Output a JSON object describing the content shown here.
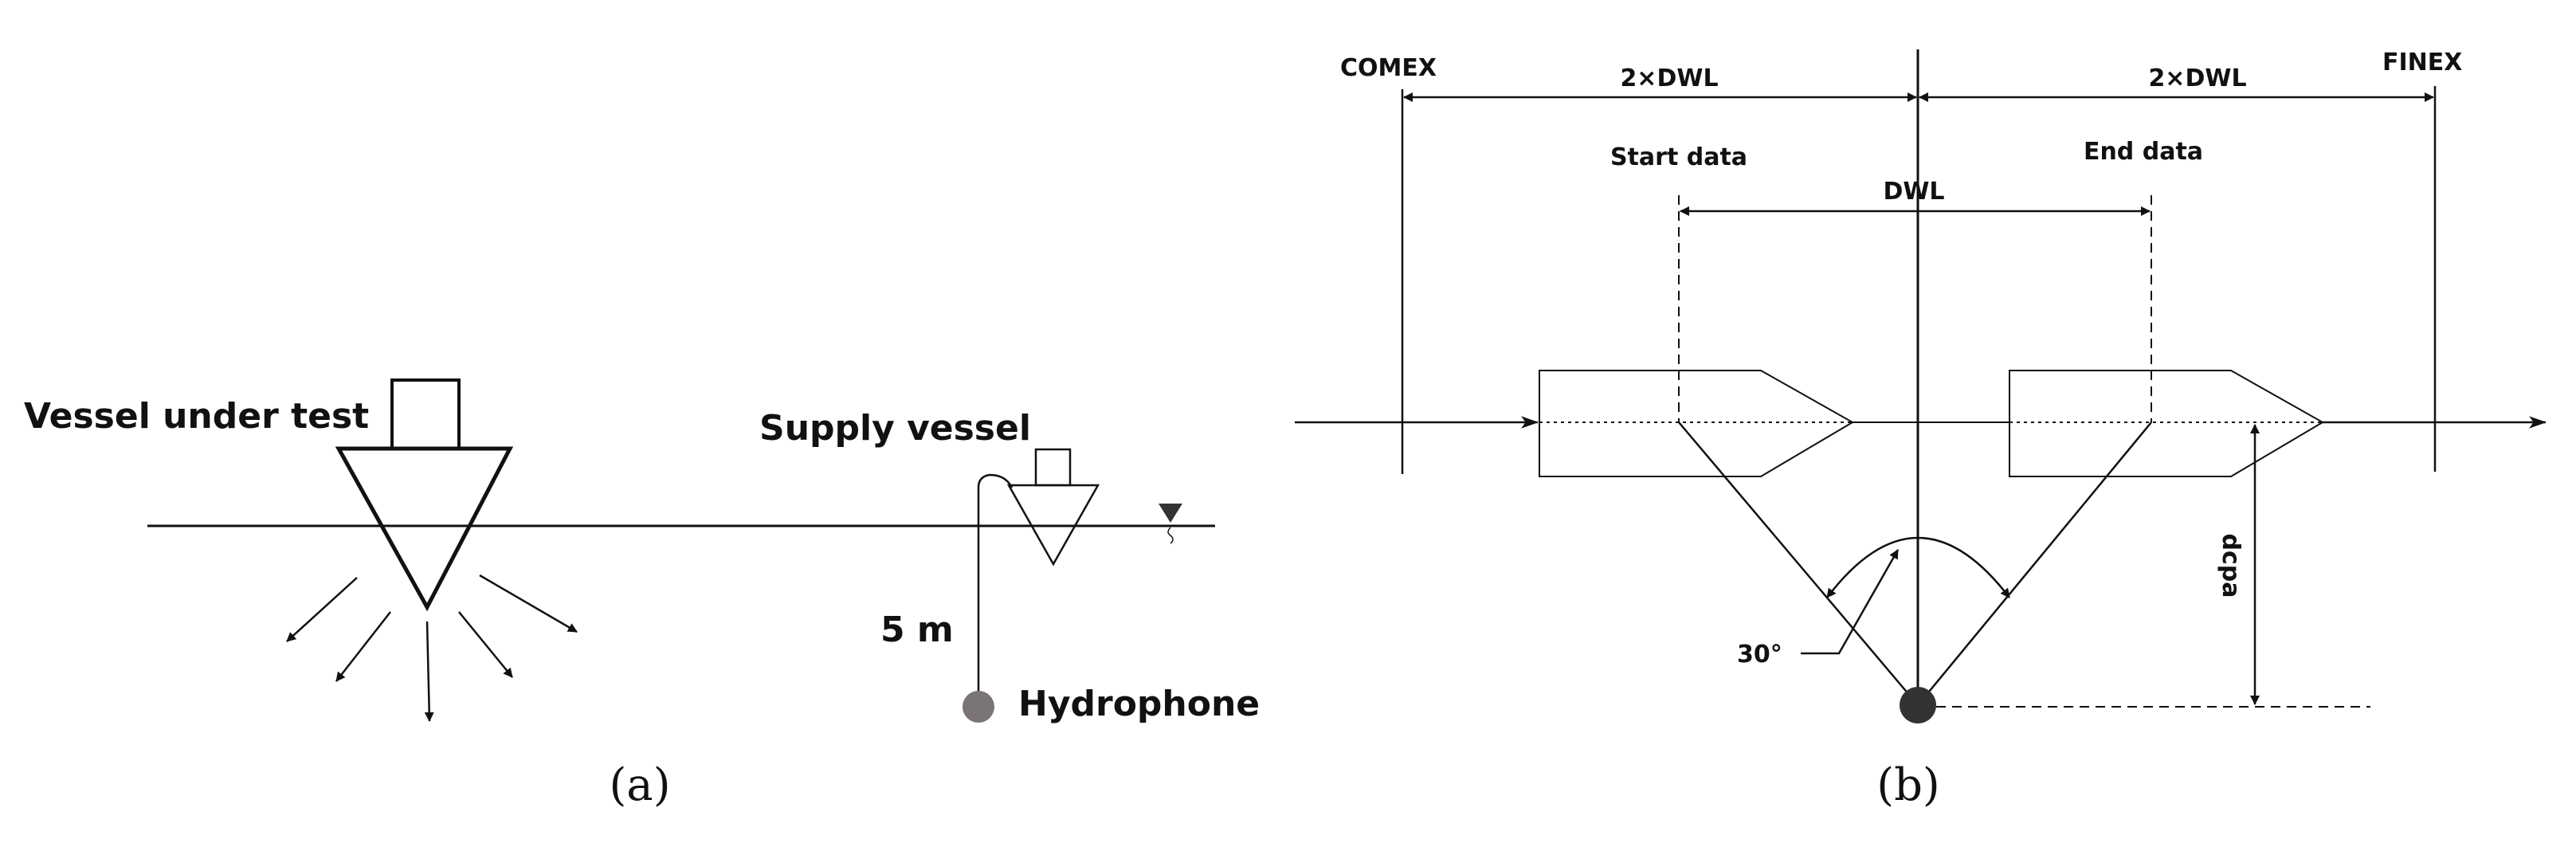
{
  "panel_a": {
    "vessel_under_test_label": "Vessel under test",
    "supply_vessel_label": "Supply vessel",
    "depth_label": "5 m",
    "hydrophone_label": "Hydrophone",
    "caption": "(a)"
  },
  "panel_b": {
    "comex_label": "COMEX",
    "finex_label": "FINEX",
    "left_span_label": "2×DWL",
    "right_span_label": "2×DWL",
    "start_data_label": "Start data",
    "end_data_label": "End data",
    "dwl_label": "DWL",
    "angle_label": "30°",
    "dcpa_label": "dcpa",
    "caption": "(b)"
  },
  "colors": {
    "line": "#111111",
    "hydrophone_fill": "#7a7474",
    "cpa_point_fill": "#333333"
  }
}
